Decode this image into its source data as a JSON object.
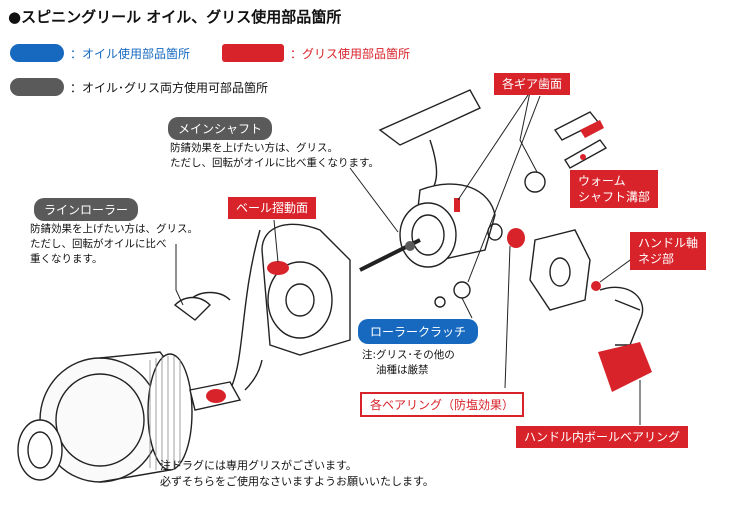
{
  "title": "●スピニングリール オイル、グリス使用部品箇所",
  "legend": {
    "oil": "：オイル使用部品箇所",
    "grease": "：グリス使用部品箇所",
    "both": "：オイル･グリス両方使用可部品箇所",
    "colors": {
      "oil": "#1769c0",
      "grease": "#d8232a",
      "both": "#5a5a5a"
    }
  },
  "labels": {
    "main_shaft": "メインシャフト",
    "main_shaft_note1": "防錆効果を上げたい方は、グリス。",
    "main_shaft_note2": "ただし、回転がオイルに比べ重くなります。",
    "line_roller": "ラインローラー",
    "line_roller_note1": "防錆効果を上げたい方は、グリス。",
    "line_roller_note2": "ただし、回転がオイルに比べ",
    "line_roller_note3": "重くなります。",
    "bail_slide": "ベール摺動面",
    "gear_teeth": "各ギア歯面",
    "worm_shaft_1": "ウォーム",
    "worm_shaft_2": "シャフト溝部",
    "handle_shaft_1": "ハンドル軸",
    "handle_shaft_2": "ネジ部",
    "roller_clutch": "ローラークラッチ",
    "roller_clutch_note1": "注:グリス･その他の",
    "roller_clutch_note2": "油種は厳禁",
    "bearings": "各ベアリング（防塩効果）",
    "handle_bearing": "ハンドル内ボールベアリング",
    "drag_note1": "注ドラグには専用グリスがございます。",
    "drag_note2": "必ずそちらをご使用なさいますようお願いいたします。"
  }
}
